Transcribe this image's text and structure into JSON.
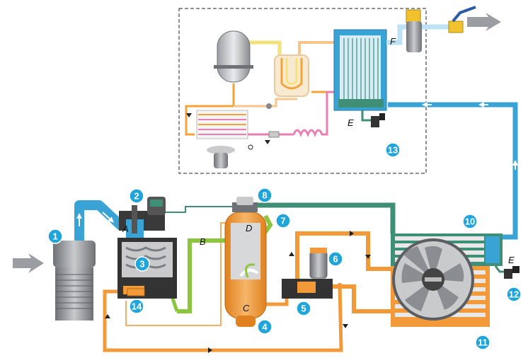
{
  "colors": {
    "air_intake": "#3aa3d6",
    "oil": "#f29a3a",
    "oil_dark": "#e0801e",
    "oil_separated": "#8cc63f",
    "dry_air": "#3aa3d6",
    "control_line": "#3f8f76",
    "refrigerant_hot": "#f2a33a",
    "refrigerant_cold": "#e77fb0",
    "refrigerant_gas": "#f2e27a",
    "badge": "#1fa5d9",
    "metal": "#8a8d91"
  },
  "numbers": [
    "1",
    "2",
    "3",
    "4",
    "5",
    "6",
    "7",
    "8",
    "10",
    "11",
    "12",
    "13",
    "14"
  ],
  "letters": [
    "A",
    "B",
    "C",
    "D",
    "E",
    "E",
    "F"
  ],
  "icons": [
    "inlet-arrow-icon",
    "outlet-arrow-icon",
    "valve-handle-icon",
    "fan-icon",
    "flow-arrow-icon"
  ]
}
